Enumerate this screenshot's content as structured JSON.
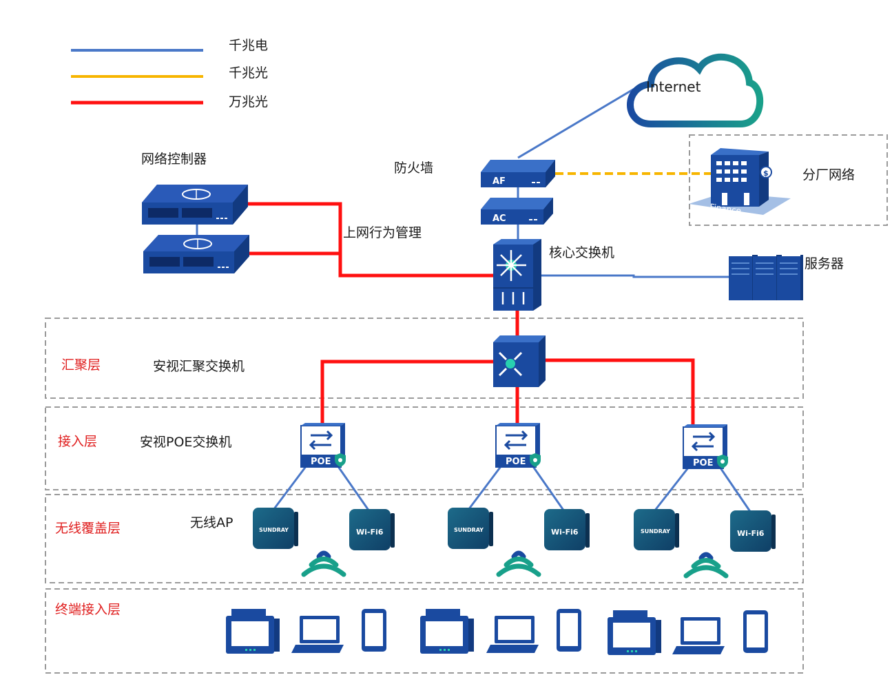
{
  "legend": [
    {
      "label": "千兆电",
      "color": "#4a78c8"
    },
    {
      "label": "千兆光",
      "color": "#f7b500"
    },
    {
      "label": "万兆光",
      "color": "#ff1010"
    }
  ],
  "labels": {
    "internet": "Internet",
    "firewall": "防火墙",
    "af": "AF",
    "ac": "AC",
    "branch": "分厂网络",
    "finance": "Finance",
    "controller": "网络控制器",
    "behavior_mgmt": "上网行为管理",
    "core_switch": "核心交换机",
    "server": "服务器",
    "agg_switch": "安视汇聚交换机",
    "poe_switch": "安视POE交换机",
    "wireless_ap": "无线AP",
    "poe": "POE",
    "sundray": "SUNDRAY",
    "wifi6": "Wi-Fi6"
  },
  "layers": [
    {
      "name": "汇聚层"
    },
    {
      "name": "接入层"
    },
    {
      "name": "无线覆盖层"
    },
    {
      "name": "终端接入层"
    }
  ],
  "colors": {
    "device_blue": "#1a4aa0",
    "device_dark": "#123a80",
    "teal": "#18a08a",
    "layer_label": "#e02020",
    "dashed_border": "#9a9a9a"
  }
}
